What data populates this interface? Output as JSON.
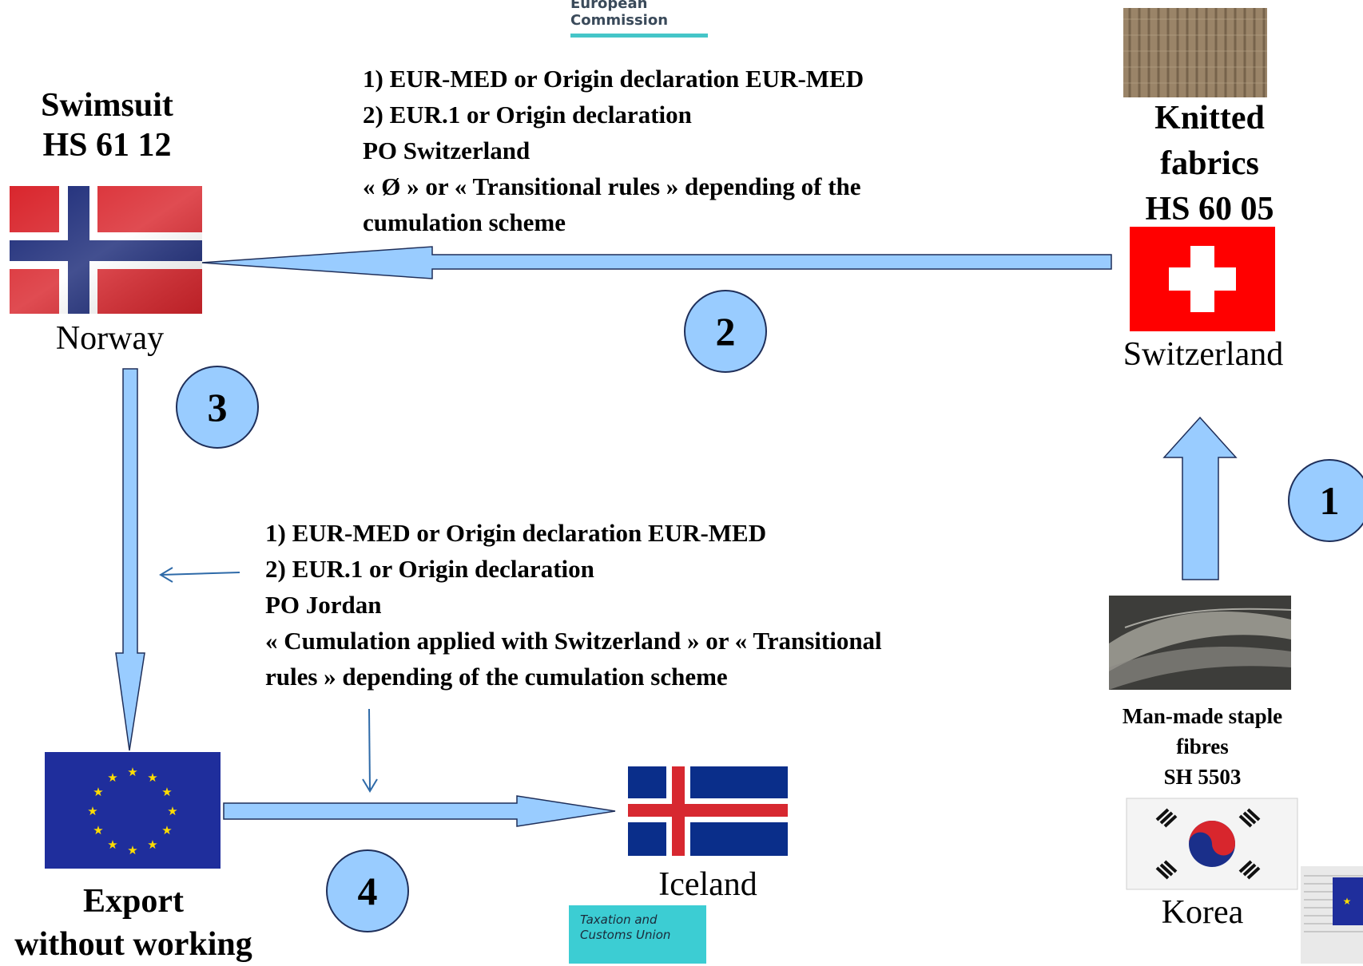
{
  "header": {
    "org_line1": "European",
    "org_line2": "Commission"
  },
  "footer": {
    "line1": "Taxation and",
    "line2": "Customs Union"
  },
  "nodes": {
    "norway": {
      "title_line1": "Swimsuit",
      "title_line2": "HS  61 12",
      "caption": "Norway"
    },
    "switzerland": {
      "title_line1": "Knitted",
      "title_line2": "fabrics",
      "title_line3": "HS 60 05",
      "caption": "Switzerland"
    },
    "korea": {
      "title_line1": "Man-made staple",
      "title_line2": "fibres",
      "title_line3": "SH 5503",
      "caption": "Korea"
    },
    "eu": {
      "title_line1": "Export",
      "title_line2": "without working"
    },
    "iceland": {
      "caption": "Iceland"
    }
  },
  "steps": {
    "one": "1",
    "two": "2",
    "three": "3",
    "four": "4"
  },
  "documents": {
    "ch_to_no": {
      "line1": "1) EUR-MED or Origin declaration EUR-MED",
      "line2": "2) EUR.1 or Origin declaration",
      "line3": "PO Switzerland",
      "line4": "« Ø » or « Transitional rules » depending of the",
      "line5": "cumulation scheme"
    },
    "eu_to_is": {
      "line1": "1) EUR-MED or Origin declaration EUR-MED",
      "line2": "2) EUR.1 or Origin declaration",
      "line3": "PO Jordan",
      "line4": "« Cumulation applied with Switzerland » or « Transitional",
      "line5": "rules » depending of the cumulation scheme"
    }
  },
  "colors": {
    "arrow_fill": "#99ccff",
    "arrow_stroke": "#1f2f5a",
    "thin_arrow": "#2e6aa8",
    "norway_red": "#d9262d",
    "norway_blue": "#1b2a78",
    "swiss_red": "#ff0000",
    "iceland_blue": "#0a2e8a",
    "iceland_red": "#d72830",
    "eu_blue": "#1f2e9c",
    "eu_star": "#ffdd00",
    "teal": "#45c5c8"
  }
}
